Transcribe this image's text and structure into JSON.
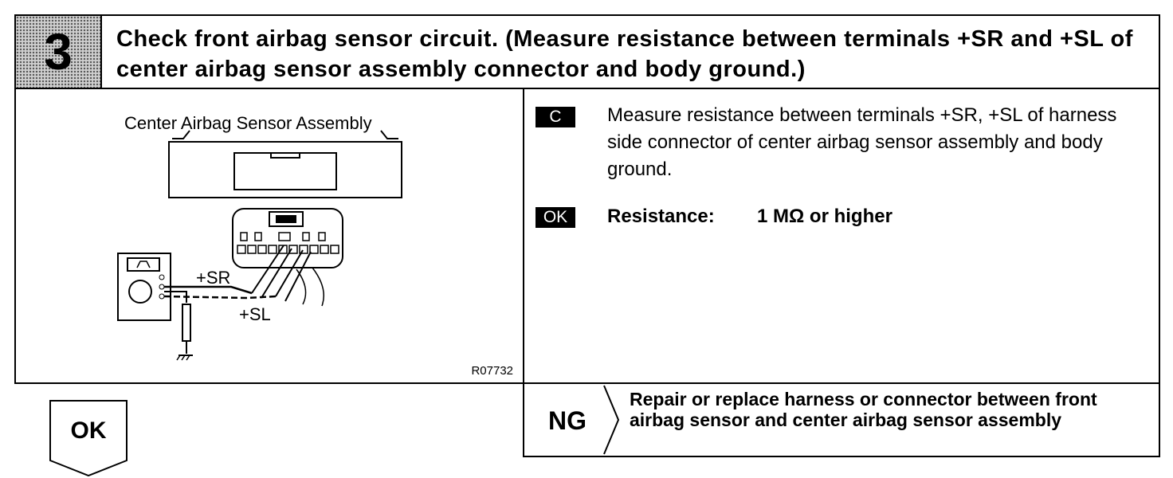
{
  "step": {
    "number": "3",
    "title": "Check front airbag sensor circuit. (Measure resistance between terminals +SR and +SL of center airbag sensor assembly connector and body ground.)"
  },
  "figure": {
    "caption": "Center Airbag Sensor Assembly",
    "label_sr": "+SR",
    "label_sl": "+SL",
    "code": "R07732"
  },
  "instruction": {
    "tag": "C",
    "text": "Measure resistance between terminals +SR, +SL of harness side connector of center airbag sensor assembly and body ground."
  },
  "spec": {
    "tag": "OK",
    "label": "Resistance:",
    "value": "1 MΩ or higher"
  },
  "ok_result": {
    "label": "OK"
  },
  "ng_result": {
    "label": "NG",
    "text": "Repair or replace harness or connector between front airbag sensor and center airbag sensor assembly"
  }
}
